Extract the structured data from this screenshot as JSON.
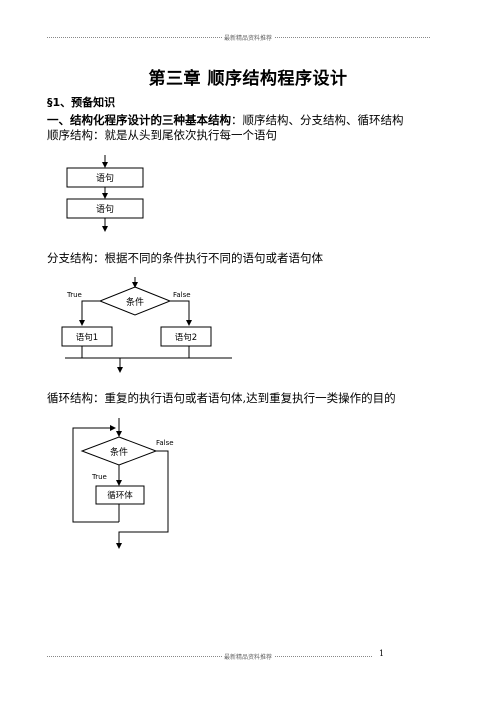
{
  "header": {
    "text": "最新精品资料推荐"
  },
  "footer": {
    "text": "最新精品资料推荐",
    "page": "1"
  },
  "title": "第三章   顺序结构程序设计",
  "section": "§1、预备知识",
  "heading": {
    "prefix": "一、",
    "bold": "结构化程序设计的三种基本结构",
    "rest": "：顺序结构、分支结构、循环结构"
  },
  "sequence": {
    "text": "顺序结构：就是从头到尾依次执行每一个语句",
    "box1": "语句",
    "box2": "语句"
  },
  "branch": {
    "text": "分支结构：根据不同的条件执行不同的语句或者语句体",
    "condition": "条件",
    "true_label": "True",
    "false_label": "False",
    "box1": "语句1",
    "box2": "语句2"
  },
  "loop": {
    "text": "循环结构：重复的执行语句或者语句体,达到重复执行一类操作的目的",
    "condition": "条件",
    "true_label": "True",
    "false_label": "False",
    "body": "循环体"
  }
}
